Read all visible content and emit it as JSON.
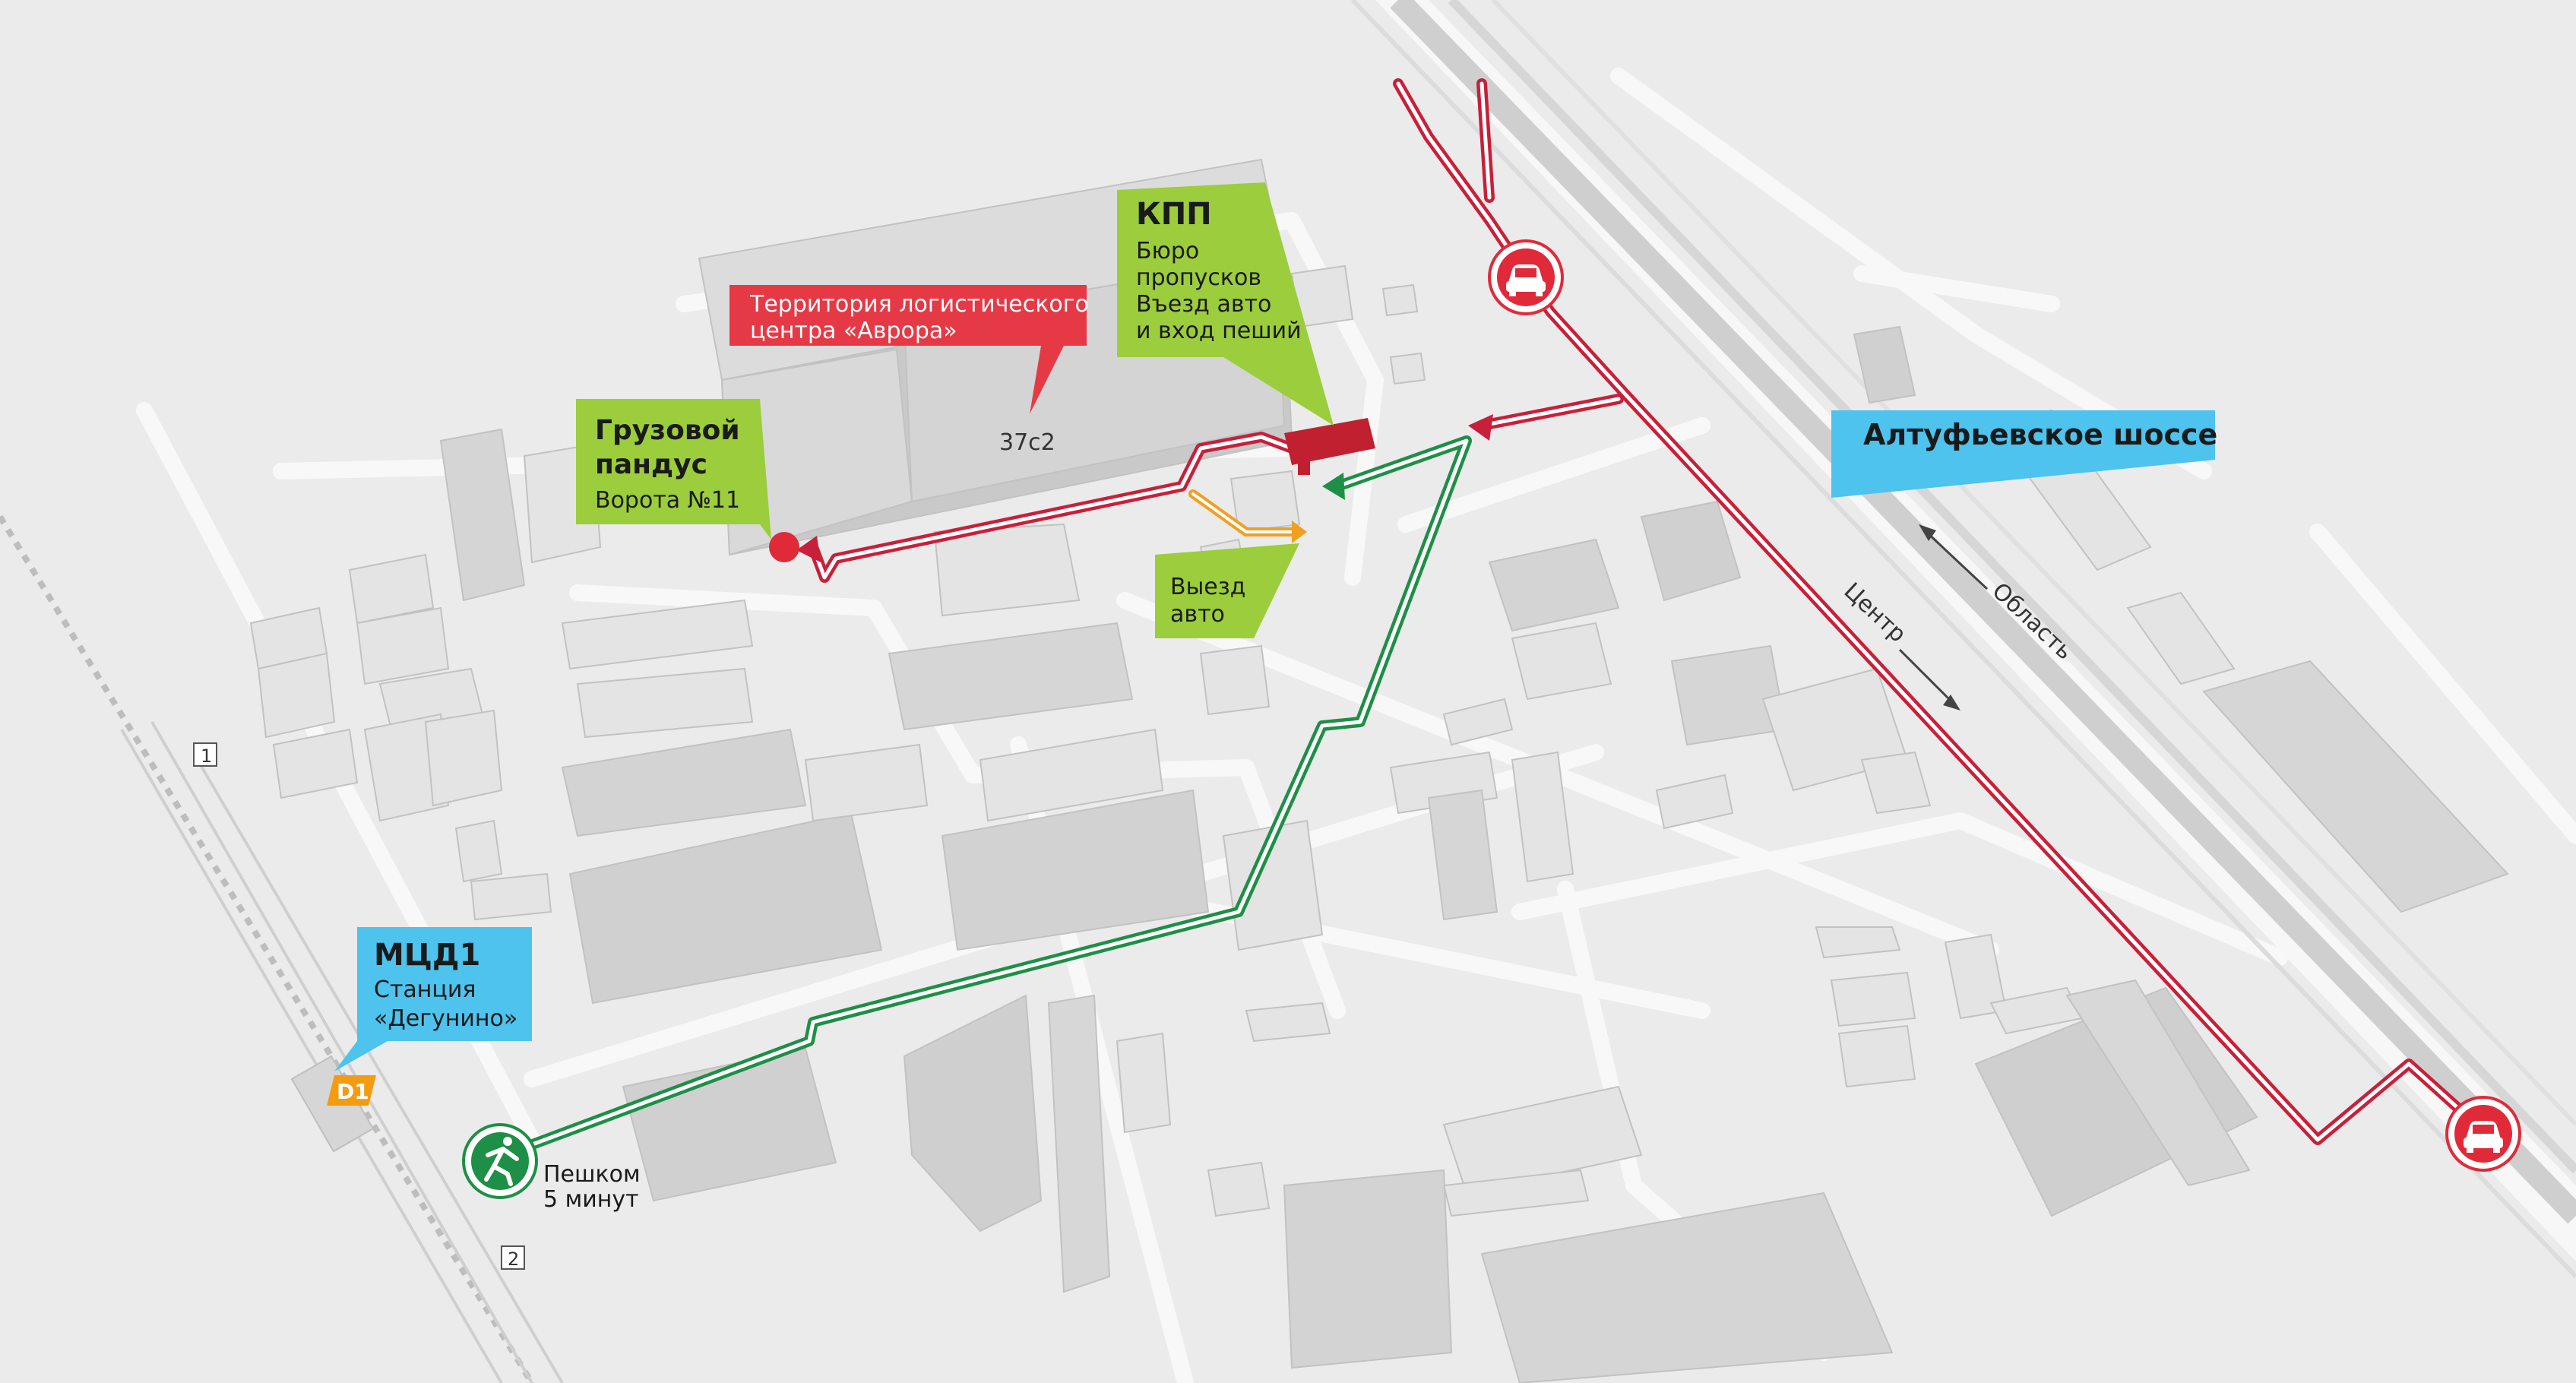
{
  "labels": {
    "territory_line1": "Территория логистического",
    "territory_line2": "центра «Аврора»",
    "building_number": "37с2",
    "ramp_title1": "Грузовой",
    "ramp_title2": "пандус",
    "ramp_sub": "Ворота №11",
    "kpp_title": "КПП",
    "kpp_line1": "Бюро",
    "kpp_line2": "пропусков",
    "kpp_line3": "Въезд авто",
    "kpp_line4": "и вход пеший",
    "exit_line1": "Выезд",
    "exit_line2": "авто",
    "highway": "Алтуфьевское шоссе",
    "dir_region": "Область",
    "dir_center": "Центр",
    "mcd_title": "МЦД1",
    "mcd_line1": "Станция",
    "mcd_line2": "«Дегунино»",
    "mcd_badge": "D1",
    "walk_line1": "Пешком",
    "walk_line2": "5 минут",
    "platform1": "1",
    "platform2": "2"
  },
  "icons": {
    "car": "car-icon",
    "walk": "pedestrian-icon",
    "rampmarker": "location-dot-icon"
  },
  "colors": {
    "background": "#ebebeb",
    "road": "#f7f7f7",
    "building_roof": "#e6e6e6",
    "building_side": "#c9c9c9",
    "route_red": "#c8203a",
    "route_green": "#1e8f46",
    "route_orange": "#f0a020",
    "callout_green": "#9ccd3c",
    "callout_red": "#e63946",
    "callout_blue": "#4dc3ee",
    "kpp_building": "#c0202f",
    "mcd_badge": "#f39c12"
  }
}
